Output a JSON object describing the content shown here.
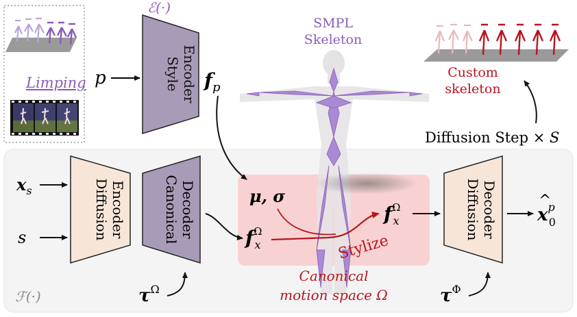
{
  "style_input": {
    "motion_label": "Limping",
    "style_symbol": "p"
  },
  "style_encoder": {
    "symbol": "ℰ(·)",
    "label_line1": "Style",
    "label_line2": "Encoder"
  },
  "style_feature": "f",
  "style_feature_sub": "p",
  "smpl": {
    "label_line1": "SMPL",
    "label_line2": "Skeleton"
  },
  "custom": {
    "label_line1": "Custom",
    "label_line2": "skeleton"
  },
  "diffusion_step": {
    "text": "Diffusion Step × ",
    "symbol": "S"
  },
  "network": {
    "symbol": "ℱ(·)"
  },
  "inputs": {
    "xs_main": "x",
    "xs_sub": "s",
    "s": "s"
  },
  "diffusion_encoder": {
    "label_line1": "Diffusion",
    "label_line2": "Encoder"
  },
  "canonical_decoder": {
    "label_line1": "Canonical",
    "label_line2": "Decoder"
  },
  "tau_canonical": {
    "main": "τ",
    "sup": "Ω"
  },
  "canonical_space": {
    "mu_sigma": "μ, σ",
    "f_main": "f",
    "f_sup": "Ω",
    "f_sub": "x",
    "stylize": "Stylize",
    "label_line1": "Canonical",
    "label_line2": "motion space Ω"
  },
  "diffusion_decoder": {
    "label_line1": "Diffusion",
    "label_line2": "Decoder"
  },
  "tau_phi": {
    "main": "τ",
    "sup": "Φ"
  },
  "output": {
    "main": "x",
    "sup": "p",
    "sub": "0"
  },
  "colors": {
    "encoder_fill": "#a89bb8",
    "decoder_fill": "#f7e6d8",
    "canonical_bg": "#f8d2d2",
    "purple_text": "#8a5cb8",
    "red_text": "#b8141e",
    "arrow": "#111111",
    "network_bg": "#f4f4f4"
  }
}
